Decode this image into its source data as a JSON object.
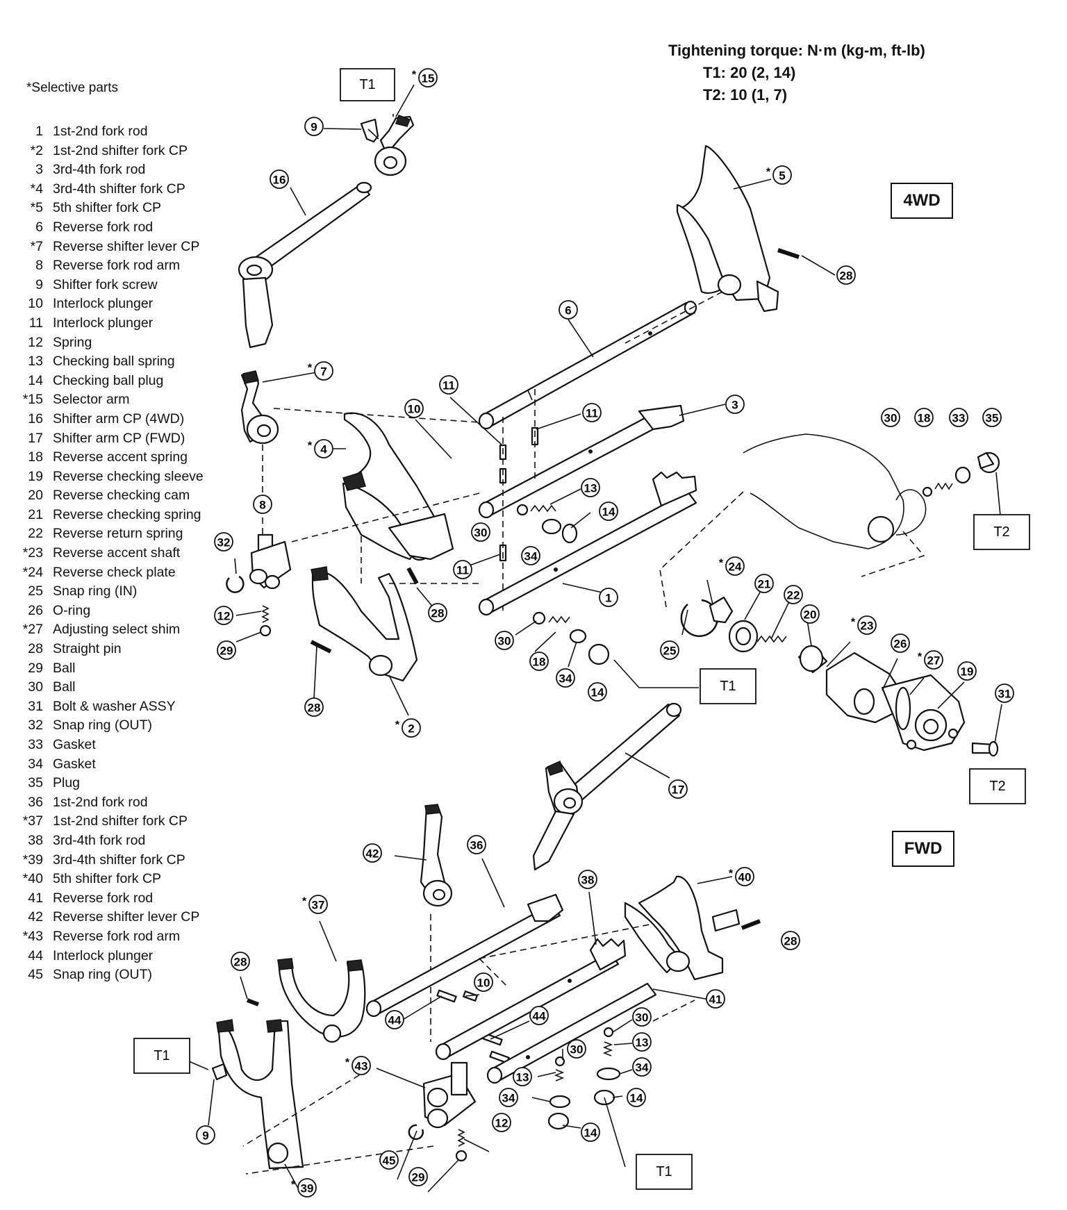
{
  "torque": {
    "title": "Tightening torque:  N·m (kg-m, ft-lb)",
    "t1": "T1:  20 (2, 14)",
    "t2": "T2:  10 (1, 7)"
  },
  "selective_note": "*Selective parts",
  "modes": {
    "fwd4": "4WD",
    "fwd": "FWD"
  },
  "legend": [
    {
      "num": "1",
      "name": "1st-2nd fork rod"
    },
    {
      "num": "*2",
      "name": "1st-2nd shifter fork CP"
    },
    {
      "num": "3",
      "name": "3rd-4th fork rod"
    },
    {
      "num": "*4",
      "name": "3rd-4th shifter fork CP"
    },
    {
      "num": "*5",
      "name": "5th shifter fork CP"
    },
    {
      "num": "6",
      "name": "Reverse fork rod"
    },
    {
      "num": "*7",
      "name": "Reverse shifter lever CP"
    },
    {
      "num": "8",
      "name": "Reverse fork rod arm"
    },
    {
      "num": "9",
      "name": "Shifter fork screw"
    },
    {
      "num": "10",
      "name": "Interlock plunger"
    },
    {
      "num": "11",
      "name": "Interlock plunger"
    },
    {
      "num": "12",
      "name": "Spring"
    },
    {
      "num": "13",
      "name": "Checking ball spring"
    },
    {
      "num": "14",
      "name": "Checking ball plug"
    },
    {
      "num": "*15",
      "name": "Selector arm"
    },
    {
      "num": "16",
      "name": "Shifter arm CP (4WD)"
    },
    {
      "num": "17",
      "name": "Shifter arm CP (FWD)"
    },
    {
      "num": "18",
      "name": "Reverse accent spring"
    },
    {
      "num": "19",
      "name": "Reverse checking sleeve"
    },
    {
      "num": "20",
      "name": "Reverse checking cam"
    },
    {
      "num": "21",
      "name": "Reverse checking spring"
    },
    {
      "num": "22",
      "name": "Reverse return spring"
    },
    {
      "num": "*23",
      "name": "Reverse accent shaft"
    },
    {
      "num": "*24",
      "name": "Reverse check plate"
    },
    {
      "num": "25",
      "name": "Snap ring (IN)"
    },
    {
      "num": "26",
      "name": "O-ring"
    },
    {
      "num": "*27",
      "name": "Adjusting select shim"
    },
    {
      "num": "28",
      "name": "Straight pin"
    },
    {
      "num": "29",
      "name": "Ball"
    },
    {
      "num": "30",
      "name": "Ball"
    },
    {
      "num": "31",
      "name": "Bolt & washer ASSY"
    },
    {
      "num": "32",
      "name": "Snap ring (OUT)"
    },
    {
      "num": "33",
      "name": "Gasket"
    },
    {
      "num": "34",
      "name": "Gasket"
    },
    {
      "num": "35",
      "name": "Plug"
    },
    {
      "num": "36",
      "name": "1st-2nd fork rod"
    },
    {
      "num": "*37",
      "name": "1st-2nd shifter fork CP"
    },
    {
      "num": "38",
      "name": "3rd-4th fork rod"
    },
    {
      "num": "*39",
      "name": "3rd-4th shifter fork CP"
    },
    {
      "num": "*40",
      "name": "5th shifter fork CP"
    },
    {
      "num": "41",
      "name": "Reverse fork rod"
    },
    {
      "num": "42",
      "name": "Reverse shifter lever CP"
    },
    {
      "num": "*43",
      "name": "Reverse fork rod arm"
    },
    {
      "num": "44",
      "name": "Interlock plunger"
    },
    {
      "num": "45",
      "name": "Snap ring (OUT)"
    }
  ],
  "tboxes": {
    "t1": "T1",
    "t2": "T2"
  },
  "callouts": {
    "c15": "15",
    "c9a": "9",
    "c16": "16",
    "c5": "5",
    "c28a": "28",
    "c6": "6",
    "c7": "7",
    "c11a": "11",
    "c11b": "11",
    "c10a": "10",
    "c3": "3",
    "c4": "4",
    "c8": "8",
    "c13a": "13",
    "c14a": "14",
    "c30a": "30",
    "c34a": "34",
    "c32": "32",
    "c12a": "12",
    "c29a": "29",
    "c11c": "11",
    "c1": "1",
    "c28b": "28",
    "c30b": "30",
    "c18a": "18",
    "c34b": "34",
    "c14b": "14",
    "c28c": "28",
    "c2": "2",
    "c30c": "30",
    "c18b": "18",
    "c33": "33",
    "c35": "35",
    "c24": "24",
    "c21": "21",
    "c22": "22",
    "c20": "20",
    "c23": "23",
    "c26": "26",
    "c27": "27",
    "c19": "19",
    "c25": "25",
    "c31": "31",
    "c17": "17",
    "c42": "42",
    "c36": "36",
    "c38": "38",
    "c40": "40",
    "c37": "37",
    "c28d": "28",
    "c10b": "10",
    "c44a": "44",
    "c44b": "44",
    "c41": "41",
    "c30d": "30",
    "c13b": "13",
    "c30e": "30",
    "c34c": "34",
    "c43": "43",
    "c13c": "13",
    "c34d": "34",
    "c14c": "14",
    "c14d": "14",
    "c28e": "28",
    "c9b": "9",
    "c12b": "12",
    "c45": "45",
    "c29b": "29",
    "c39": "39"
  }
}
